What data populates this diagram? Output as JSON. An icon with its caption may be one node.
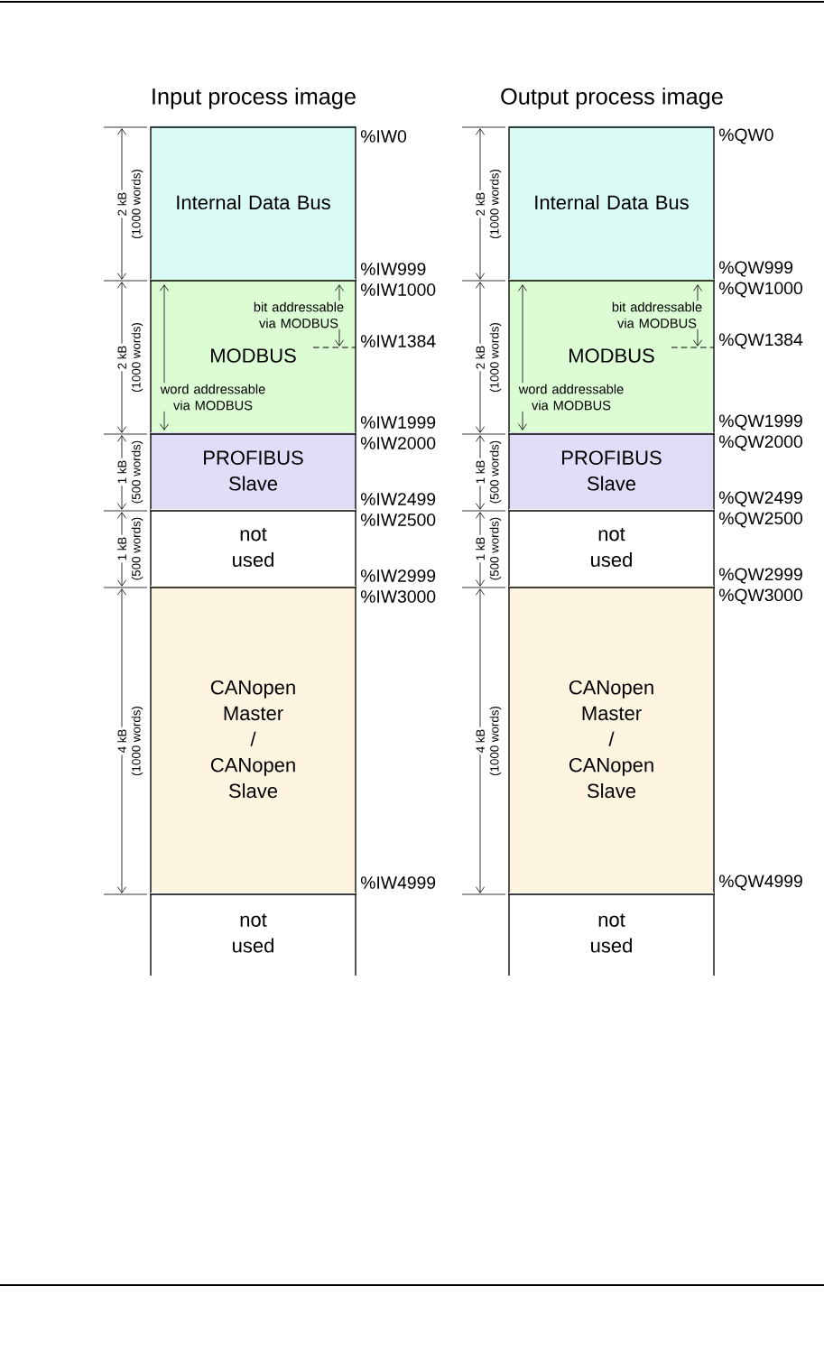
{
  "diagram": {
    "nodes": [
      {
        "text": [
          "Internal Data Bus"
        ]
      },
      {
        "text": [
          "MODBUS"
        ]
      },
      {
        "text": [
          "PROFIBUS Slave"
        ]
      },
      {
        "text": [
          "not used"
        ]
      },
      {
        "text": [
          "CANopen Master / CANopen Slave"
        ]
      },
      {
        "text": [
          "not used"
        ]
      },
      {
        "text": [
          "Internal Data Bus"
        ]
      },
      {
        "text": [
          "MODBUS"
        ]
      },
      {
        "text": [
          "PROFIBUS Slave"
        ]
      },
      {
        "text": [
          "not used"
        ]
      },
      {
        "text": [
          "CANopen Master / CANopen Slave"
        ]
      },
      {
        "text": [
          "not used"
        ]
      }
    ],
    "labels": [
      "Input process image",
      "2 kB",
      "(1000 words)",
      "%IW0",
      "%IW999",
      "2 kB",
      "(1000 words)",
      "%IW1000",
      "bit addressable via MODBUS",
      "%IW1384",
      "word addressable via MODBUS",
      "%IW1999",
      "1 kB",
      "(500 words)",
      "%IW2000",
      "%IW2499",
      "1 kB",
      "(500 words)",
      "%IW2500",
      "%IW2999",
      "4 kB",
      "(1000 words)",
      "%IW3000",
      "%IW4999",
      "Output process image",
      "2 kB",
      "(1000 words)",
      "%QW0",
      "%QW999",
      "2 kB",
      "(1000 words)",
      "%QW1000",
      "bit addressable via MODBUS",
      "%QW1384",
      "word addressable via MODBUS",
      "%QW1999",
      "1 kB",
      "(500 words)",
      "%QW2000",
      "%QW2499",
      "1 kB",
      "(500 words)",
      "%QW2500",
      "%QW2999",
      "4 kB",
      "(1000 words)",
      "%QW3000",
      "%QW4999"
    ]
  }
}
